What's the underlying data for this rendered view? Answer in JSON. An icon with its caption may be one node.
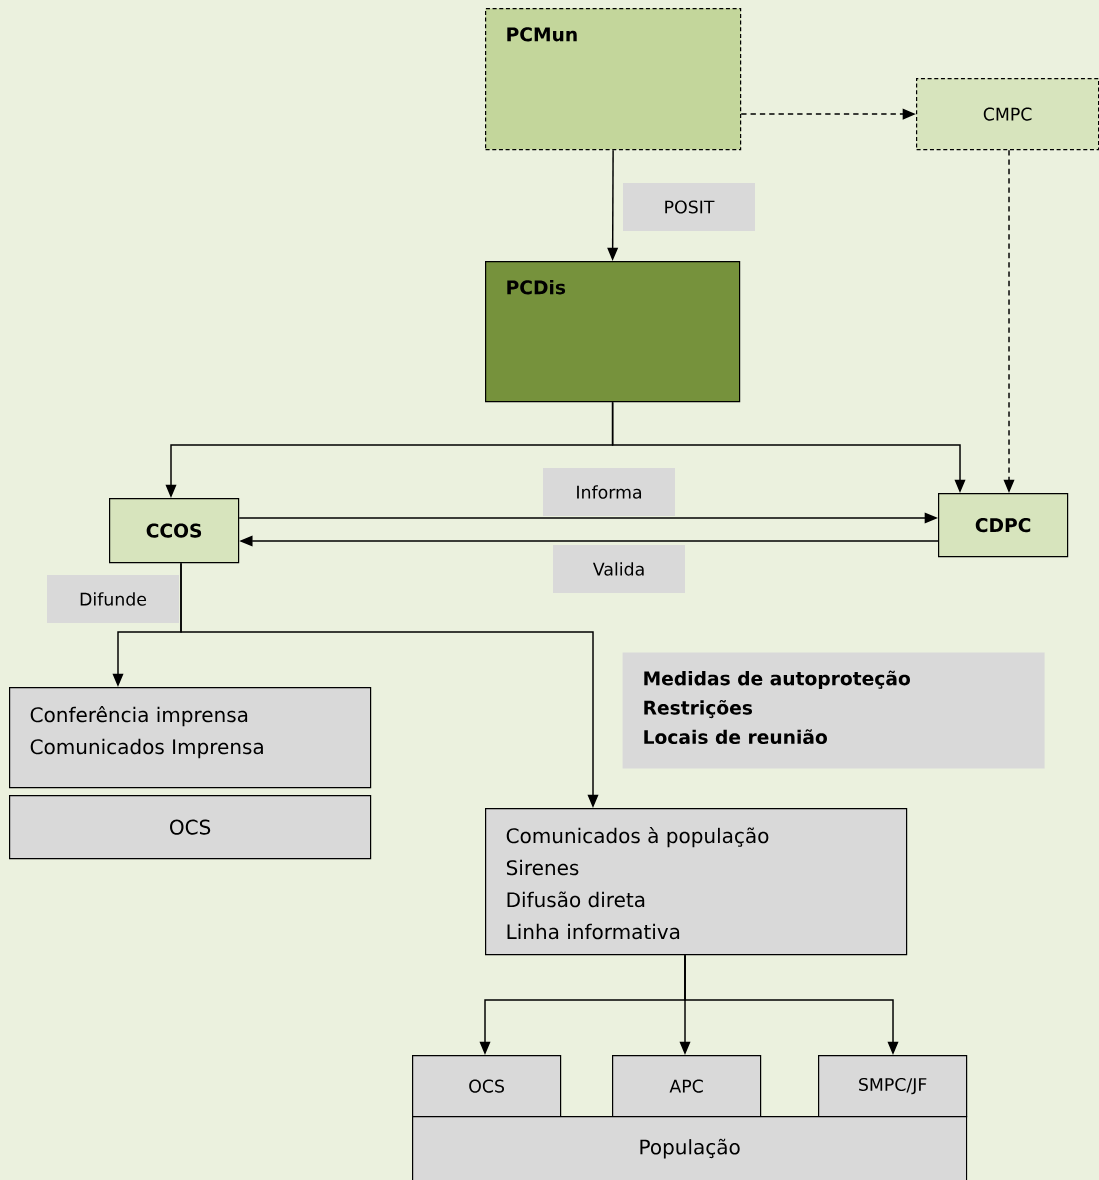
{
  "diagram": {
    "nodes": [
      {
        "text": [
          "PCMun"
        ]
      },
      {
        "text": [
          "CMPC"
        ]
      },
      {
        "text": [
          "PCDis"
        ]
      },
      {
        "text": [
          "CCOS"
        ]
      },
      {
        "text": [
          "CDPC"
        ]
      },
      {
        "text": [
          "Conferência imprensa",
          "Comunicados Imprensa"
        ]
      },
      {
        "text": [
          "OCS"
        ]
      },
      {
        "text": [
          "Medidas de autoproteção",
          "Restrições",
          "Locais de reunião"
        ]
      },
      {
        "text": [
          "Comunicados à população",
          "Sirenes",
          "Difusão direta",
          "Linha informativa"
        ]
      },
      {
        "text": [
          "OCS"
        ]
      },
      {
        "text": [
          "APC"
        ]
      },
      {
        "text": [
          "SMPC/JF"
        ]
      },
      {
        "text": [
          "População"
        ]
      }
    ],
    "edges": [
      {
        "from": 0,
        "to": 2,
        "arrow": "to",
        "label": "POSIT"
      },
      {
        "from": 0,
        "to": 1,
        "arrow": "to",
        "style": "dashed"
      },
      {
        "from": 1,
        "to": 4,
        "arrow": "to",
        "style": "dashed"
      },
      {
        "from": 2,
        "to": 3,
        "arrow": "to"
      },
      {
        "from": 2,
        "to": 4,
        "arrow": "to"
      },
      {
        "from": 3,
        "to": 4,
        "arrow": "to",
        "label": "Informa"
      },
      {
        "from": 4,
        "to": 3,
        "arrow": "to",
        "label": "Valida"
      },
      {
        "from": 3,
        "to": 5,
        "arrow": "to",
        "label": "Difunde"
      },
      {
        "from": 3,
        "to": 8,
        "arrow": "to"
      },
      {
        "from": 8,
        "to": 9,
        "arrow": "to"
      },
      {
        "from": 8,
        "to": 10,
        "arrow": "to"
      },
      {
        "from": 8,
        "to": 11,
        "arrow": "to"
      }
    ]
  }
}
